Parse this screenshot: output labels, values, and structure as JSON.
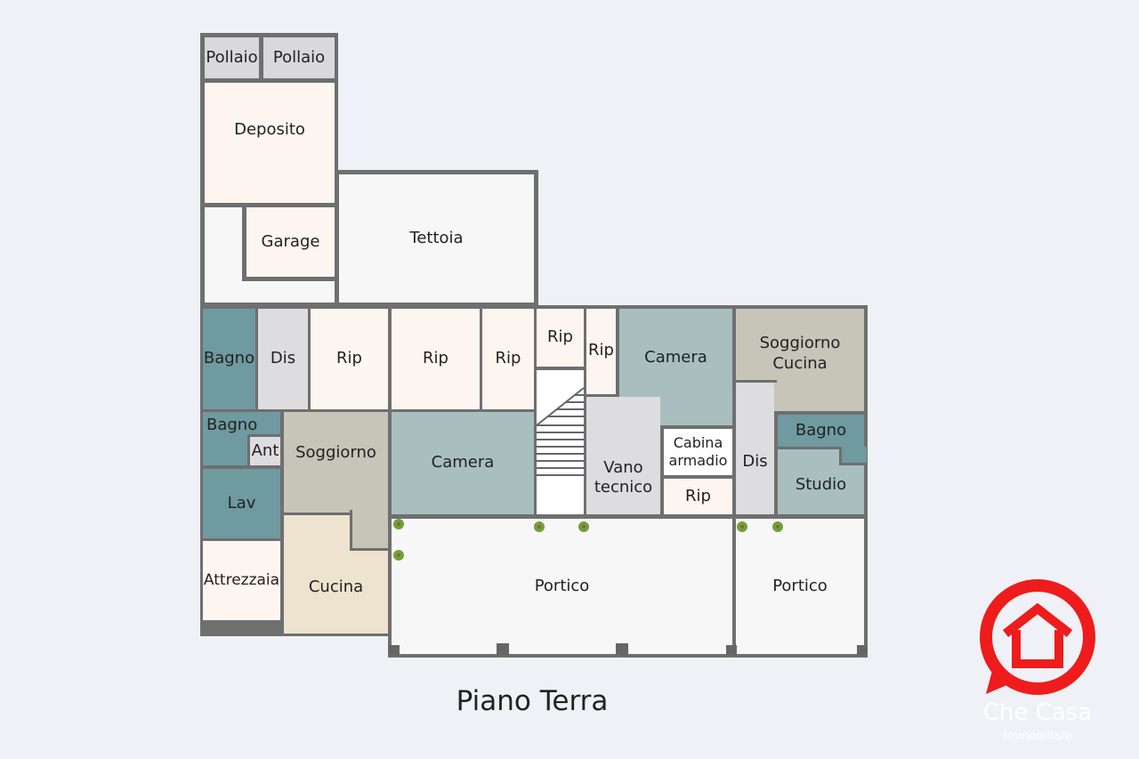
{
  "title": "Piano Terra",
  "rooms": {
    "pollaio1": "Pollaio",
    "pollaio2": "Pollaio",
    "deposito": "Deposito",
    "garage": "Garage",
    "tettoia": "Tettoia",
    "bagno1": "Bagno",
    "dis1": "Dis",
    "rip1": "Rip",
    "rip2": "Rip",
    "rip3": "Rip",
    "rip4": "Rip",
    "rip5": "Rip",
    "camera1": "Camera",
    "soggiorno_cucina": "Soggiorno\n Cucina",
    "bagno2": "Bagno",
    "ant": "Ant",
    "soggiorno": "Soggiorno",
    "camera2": "Camera",
    "vano_tecnico": "Vano\ntecnico",
    "cabina_armadio": "Cabina\narmadio",
    "rip6": "Rip",
    "dis2": "Dis",
    "bagno3": "Bagno",
    "studio": "Studio",
    "lav": "Lav",
    "attrezzaia": "Attrezzaia",
    "cucina": "Cucina",
    "portico1": "Portico",
    "portico2": "Portico"
  },
  "logo": {
    "name": "Che Casa",
    "subtitle": "Immobiliare",
    "color": "#ee1c1c"
  },
  "colors": {
    "wall": "#6f6f6f",
    "bath": "#6f9aa0",
    "bedroom": "#a9bfbf",
    "living": "#c7c5b8",
    "kitchen": "#ede3cf",
    "storage": "#fdf6f0",
    "corridor": "#dddde0",
    "outdoor": "#f7f7f7"
  }
}
